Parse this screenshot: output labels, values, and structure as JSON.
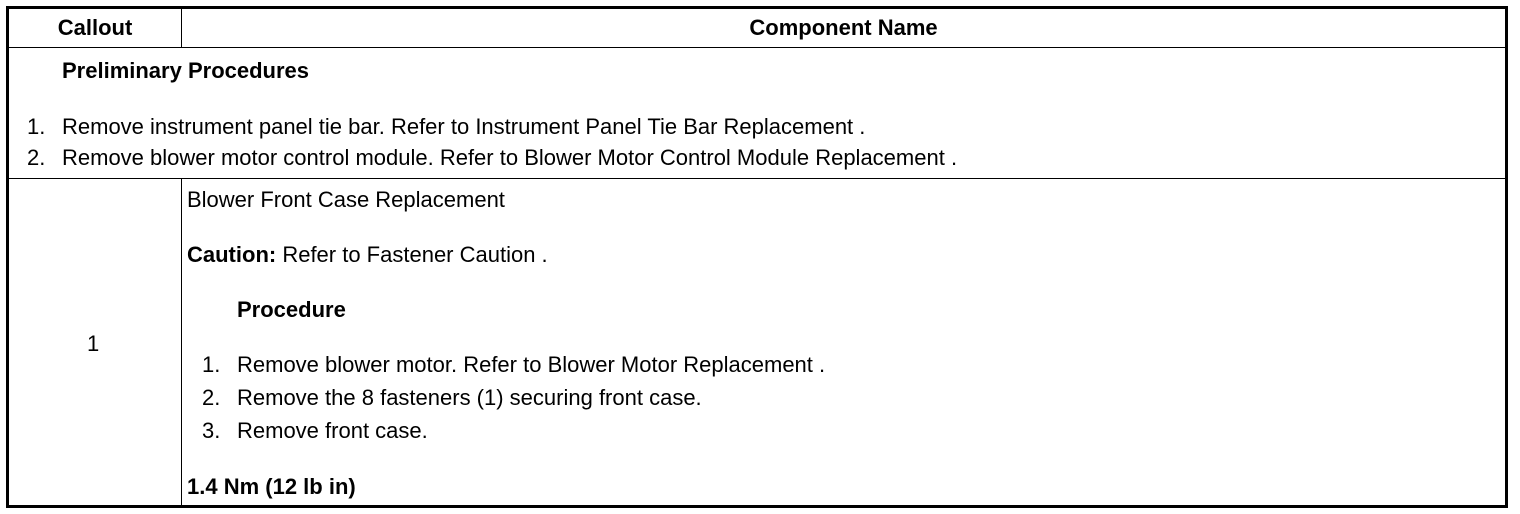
{
  "table": {
    "headers": {
      "callout": "Callout",
      "component_name": "Component Name"
    },
    "preliminary": {
      "title": "Preliminary Procedures",
      "steps": [
        {
          "num": "1.",
          "text": "Remove instrument panel tie bar. Refer to Instrument Panel Tie Bar Replacement ."
        },
        {
          "num": "2.",
          "text": "Remove blower motor control module. Refer to Blower Motor Control Module Replacement ."
        }
      ]
    },
    "rows": [
      {
        "callout": "1",
        "title": "Blower Front Case Replacement",
        "caution_label": "Caution:",
        "caution_text": " Refer to Fastener Caution .",
        "procedure_title": "Procedure",
        "steps": [
          {
            "num": "1.",
            "text": "Remove blower motor. Refer to Blower Motor Replacement ."
          },
          {
            "num": "2.",
            "text": "Remove the 8 fasteners (1) securing front case."
          },
          {
            "num": "3.",
            "text": "Remove front case."
          }
        ],
        "torque": "1.4 Nm (12 lb in)"
      }
    ]
  }
}
